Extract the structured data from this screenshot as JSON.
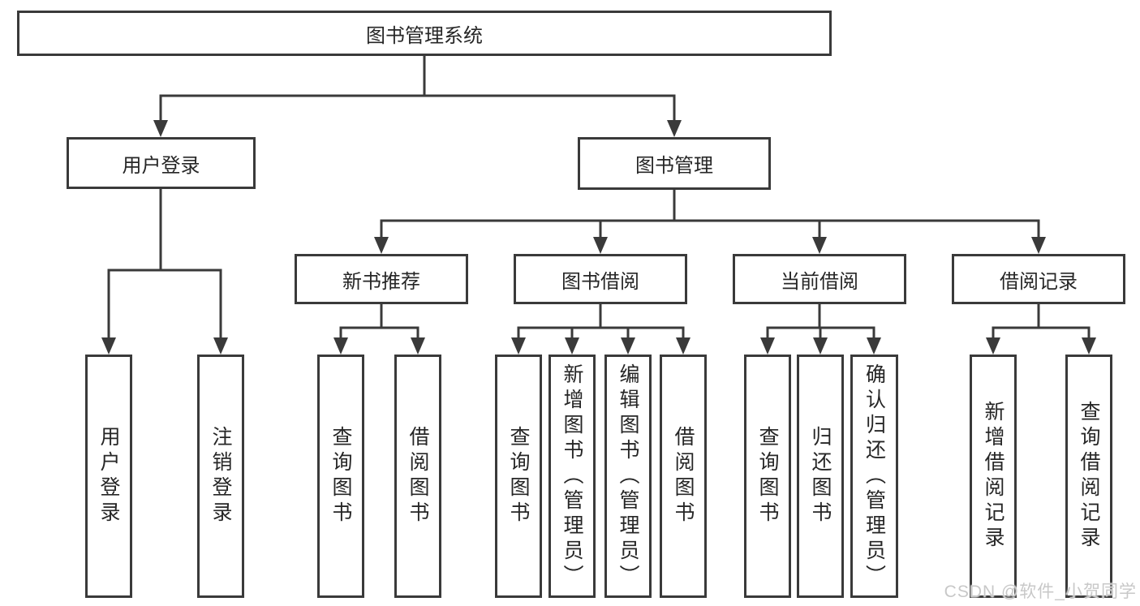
{
  "diagram": {
    "title": "图书管理系统",
    "root": {
      "label": "图书管理系统"
    },
    "level2": [
      {
        "id": "user-login",
        "label": "用户登录"
      },
      {
        "id": "book-management",
        "label": "图书管理"
      }
    ],
    "level3": [
      {
        "id": "new-book-recommend",
        "parent": "图书管理",
        "label": "新书推荐"
      },
      {
        "id": "book-borrow",
        "parent": "图书管理",
        "label": "图书借阅"
      },
      {
        "id": "current-borrow",
        "parent": "图书管理",
        "label": "当前借阅"
      },
      {
        "id": "borrow-records",
        "parent": "图书管理",
        "label": "借阅记录"
      }
    ],
    "leaves": [
      {
        "parent": "用户登录",
        "label": "用户登录"
      },
      {
        "parent": "用户登录",
        "label": "注销登录"
      },
      {
        "parent": "新书推荐",
        "label": "查询图书"
      },
      {
        "parent": "新书推荐",
        "label": "借阅图书"
      },
      {
        "parent": "图书借阅",
        "label": "查询图书"
      },
      {
        "parent": "图书借阅",
        "label": "新增图书（管理员）"
      },
      {
        "parent": "图书借阅",
        "label": "编辑图书（管理员）"
      },
      {
        "parent": "图书借阅",
        "label": "借阅图书"
      },
      {
        "parent": "当前借阅",
        "label": "查询图书"
      },
      {
        "parent": "当前借阅",
        "label": "归还图书"
      },
      {
        "parent": "当前借阅",
        "label": "确认归还（管理员）"
      },
      {
        "parent": "借阅记录",
        "label": "新增借阅记录"
      },
      {
        "parent": "借阅记录",
        "label": "查询借阅记录"
      }
    ]
  },
  "watermark": {
    "text": "CSDN @软件_小贺同学"
  },
  "colors": {
    "line": "#3a3a3a",
    "text": "#262626",
    "watermark": "#c8c8c8",
    "background": "#ffffff"
  }
}
